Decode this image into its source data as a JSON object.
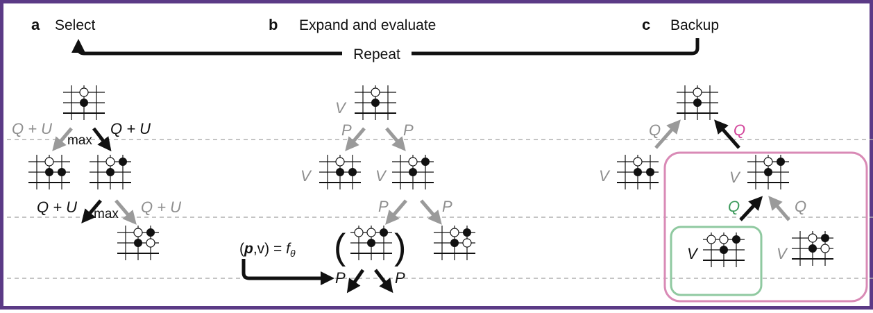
{
  "panels": {
    "a": {
      "letter": "a",
      "title": "Select"
    },
    "b": {
      "letter": "b",
      "title": "Expand and evaluate"
    },
    "c": {
      "letter": "c",
      "title": "Backup"
    }
  },
  "repeat_label": "Repeat",
  "labels": {
    "q_plus_u": "Q + U",
    "max": "max",
    "v": "V",
    "p": "P",
    "q": "Q",
    "formula_lhs_open": "(",
    "formula_p": "p",
    "formula_rest": ",v) = ",
    "formula_f": "f",
    "formula_theta": "θ",
    "paren_open": "(",
    "paren_close": ")"
  },
  "colors": {
    "frame": "#5b3a86",
    "gray_arrow": "#9a9a9a",
    "black_arrow": "#111111",
    "pink_box": "#d98ab6",
    "pink_text": "#d2439a",
    "green_box": "#8fc9a0",
    "green_text": "#3c9a5c",
    "dashed_line": "#b0b0b0"
  }
}
